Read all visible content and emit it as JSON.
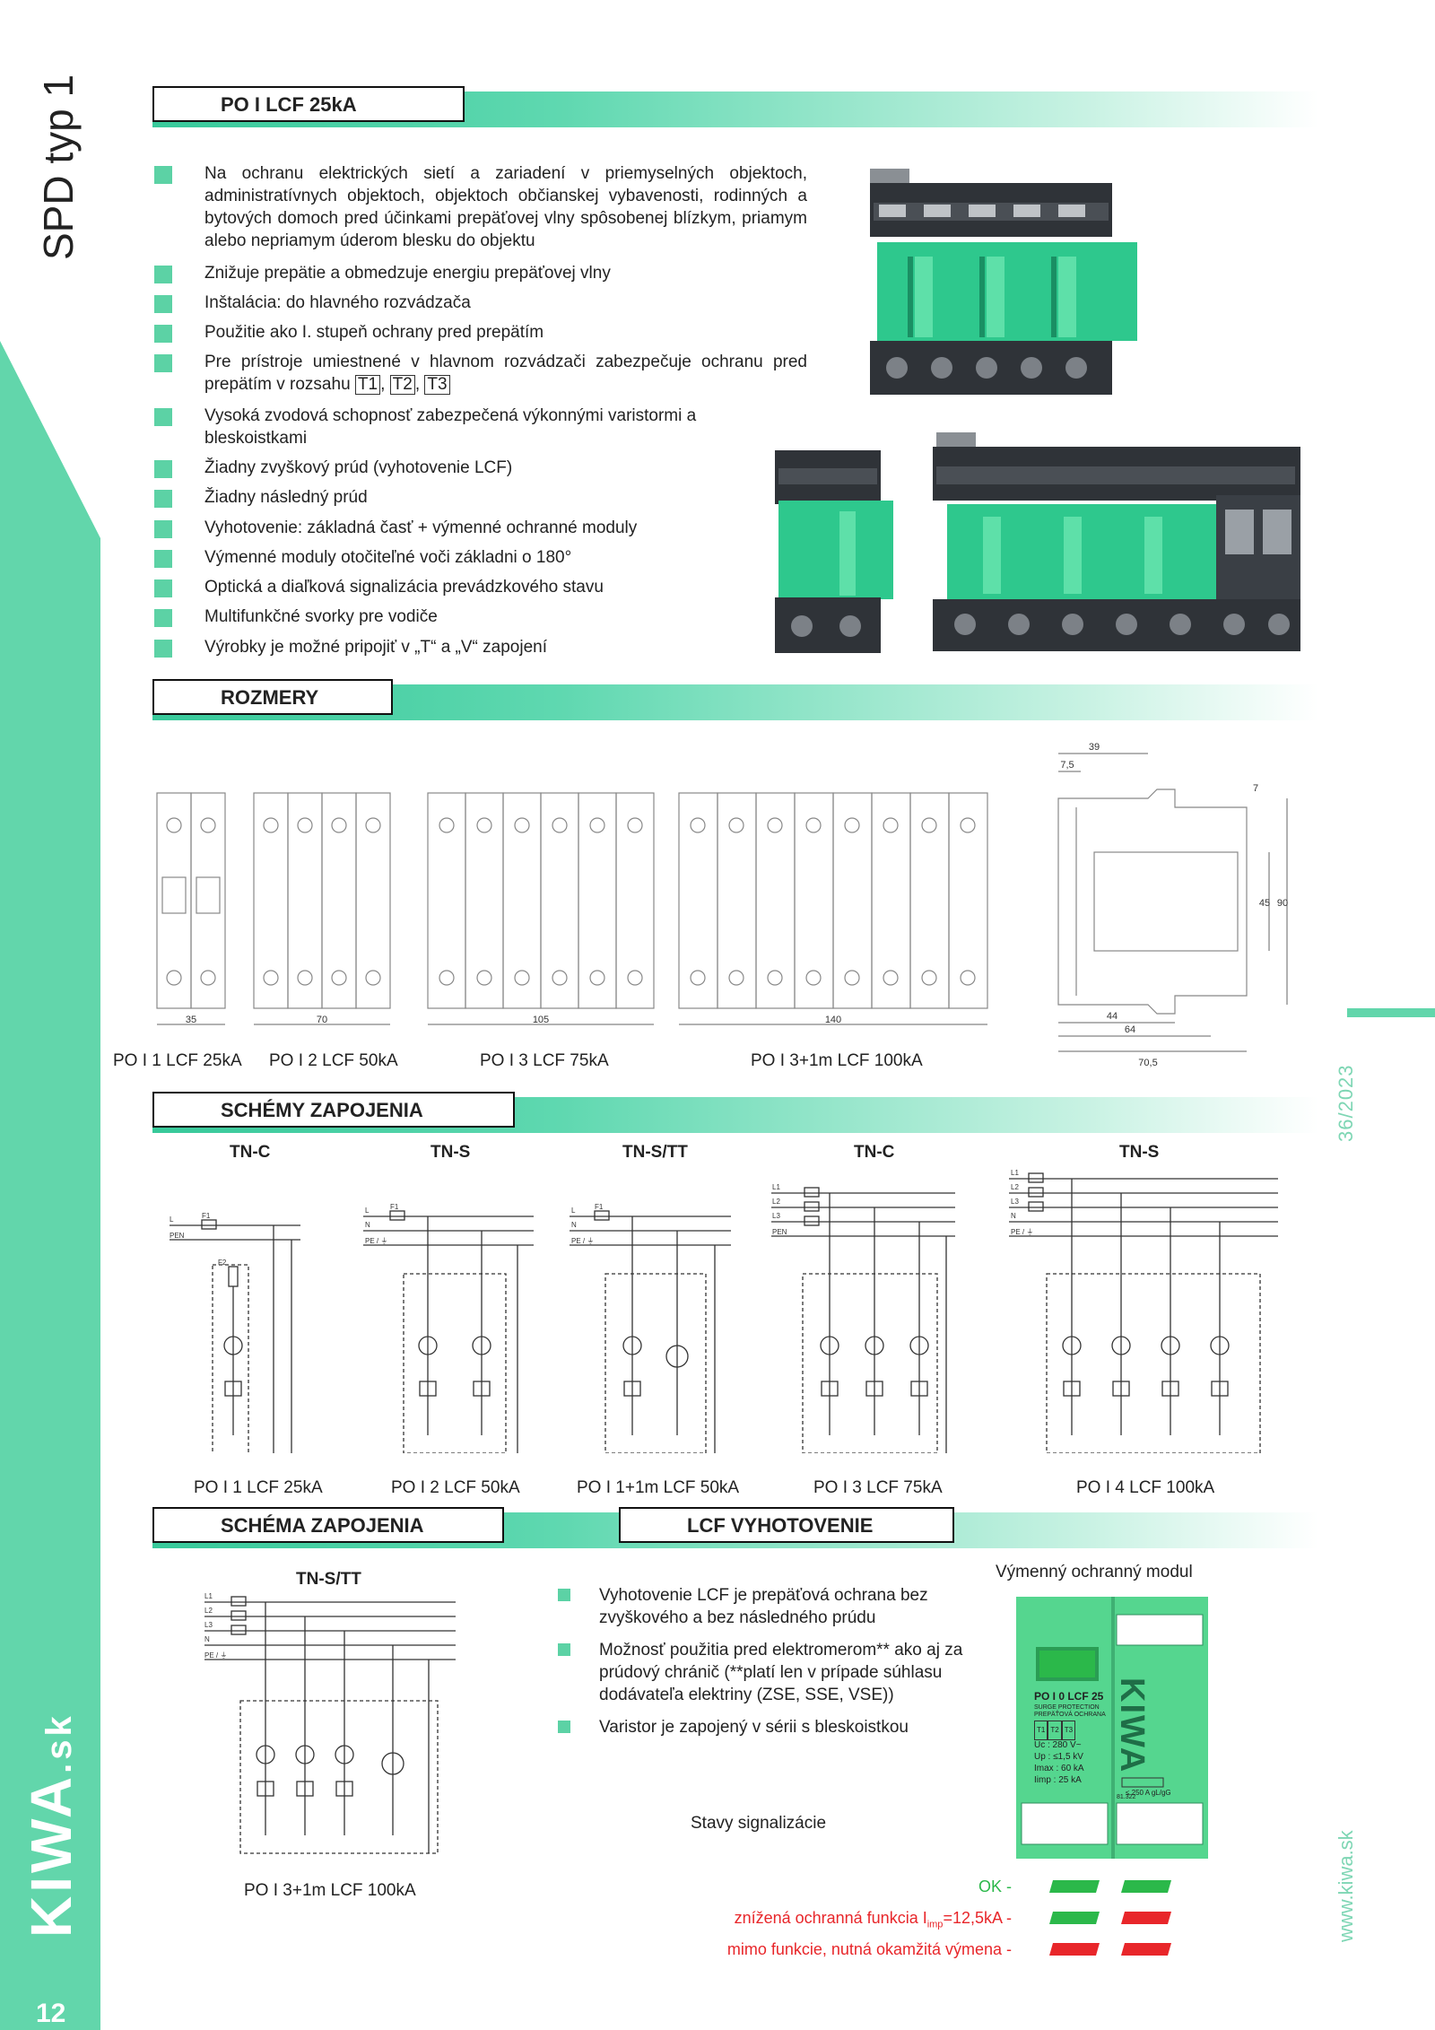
{
  "side": {
    "title": "SPD typ 1",
    "page_number": "12",
    "brand": "KIWA",
    "brand_suffix": ".sk",
    "edition": "36/2023",
    "website": "www.kiwa.sk"
  },
  "colors": {
    "accent": "#5cd2a5",
    "band": "#62d6ab",
    "ok": "#2bb84a",
    "warn_text": "#e8262a",
    "fail": "#e8262a",
    "ok_text": "#2bb84a"
  },
  "product_section": {
    "title": "PO I LCF 25kA",
    "bullets": [
      "Na ochranu elektrických sietí a zariadení v priemyselných objektoch, administratívnych objektoch, objektoch občianskej vybavenosti, rodinných a bytových domoch pred účinkami prepäťovej vlny spôsobenej blízkym, priamym alebo nepriamym úderom blesku do objektu",
      "Znižuje prepätie a obmedzuje energiu prepäťovej vlny",
      "Inštalácia: do hlavného rozvádzača",
      "Použitie ako I. stupeň ochrany pred prepätím",
      "Pre prístroje umiestnené v hlavnom rozvádzači zabezpečuje ochranu pred prepätím v rozsahu",
      "Vysoká zvodová schopnosť zabezpečená výkonnými varistormi a bleskoistkami",
      "Žiadny zvyškový prúd (vyhotovenie LCF)",
      "Žiadny následný prúd",
      "Vyhotovenie: základná časť + výmenné ochranné moduly",
      "Výmenné moduly otočiteľné voči základni o 180°",
      "Optická a diaľková signalizácia prevádzkového stavu",
      "Multifunkčné svorky pre vodiče",
      "Výrobky je možné pripojiť v „T“ a „V“ zapojení"
    ],
    "classes": [
      "T1",
      "T2",
      "T3"
    ],
    "separators": [
      ",",
      ","
    ]
  },
  "dimensions_section": {
    "title": "ROZMERY",
    "captions": [
      "PO I 1 LCF 25kA",
      "PO I 2 LCF 50kA",
      "PO I 3 LCF 75kA",
      "PO I 3+1m LCF 100kA"
    ],
    "widths": [
      "35",
      "70",
      "105",
      "140"
    ],
    "side_dims": [
      "39",
      "7,5",
      "7",
      "45",
      "90",
      "44",
      "64",
      "70,5"
    ]
  },
  "schemes_section": {
    "title": "SCHÉMY ZAPOJENIA",
    "networks": [
      "TN-C",
      "TN-S",
      "TN-S/TT",
      "TN-C",
      "TN-S"
    ],
    "captions": [
      "PO I 1 LCF 25kA",
      "PO I 2 LCF 50kA",
      "PO I 1+1m LCF 50kA",
      "PO I 3 LCF 75kA",
      "PO I 4 LCF 100kA"
    ],
    "labels": {
      "l": "L",
      "n": "N",
      "pen": "PEN",
      "pe": "PE / ⏚",
      "l1": "L1",
      "l2": "L2",
      "l3": "L3",
      "f1": "F1",
      "f2": "F2"
    }
  },
  "scheme_single": {
    "title": "SCHÉMA ZAPOJENIA",
    "network": "TN-S/TT",
    "caption": "PO I 3+1m LCF 100kA"
  },
  "lcf_section": {
    "title": "LCF VYHOTOVENIE",
    "bullets": [
      "Vyhotovenie LCF je prepäťová ochrana bez zvyškového a bez následného prúdu",
      "Možnosť použitia pred elektromerom** ako aj za prúdový chránič  (**platí len v prípade súhlasu dodávateľa elektriny (ZSE, SSE, VSE))",
      "Varistor je zapojený v sérii s bleskoistkou"
    ],
    "module_title": "Výmenný ochranný modul",
    "module": {
      "name": "PO I 0 LCF 25",
      "sub1": "SURGE PROTECTION",
      "sub2": "PREPÄŤOVÁ OCHRANA",
      "specs": [
        "Uc : 280 V~",
        "Up : ≤1,5 kV",
        "Imax : 60 kA",
        "Iimp : 25 kA"
      ],
      "fuse": "≤ 250 A gL/gG",
      "code": "81.322",
      "brand": "KIWA"
    },
    "signal_title": "Stavy signalizácie",
    "states": [
      {
        "label": "OK -",
        "left": "green",
        "right": "green"
      },
      {
        "label": "znížená ochranná funkcia I",
        "sub": "imp",
        "tail": "=12,5kA -",
        "left": "green",
        "right": "red"
      },
      {
        "label": "mimo funkcie, nutná okamžitá výmena -",
        "left": "red",
        "right": "red"
      }
    ]
  }
}
